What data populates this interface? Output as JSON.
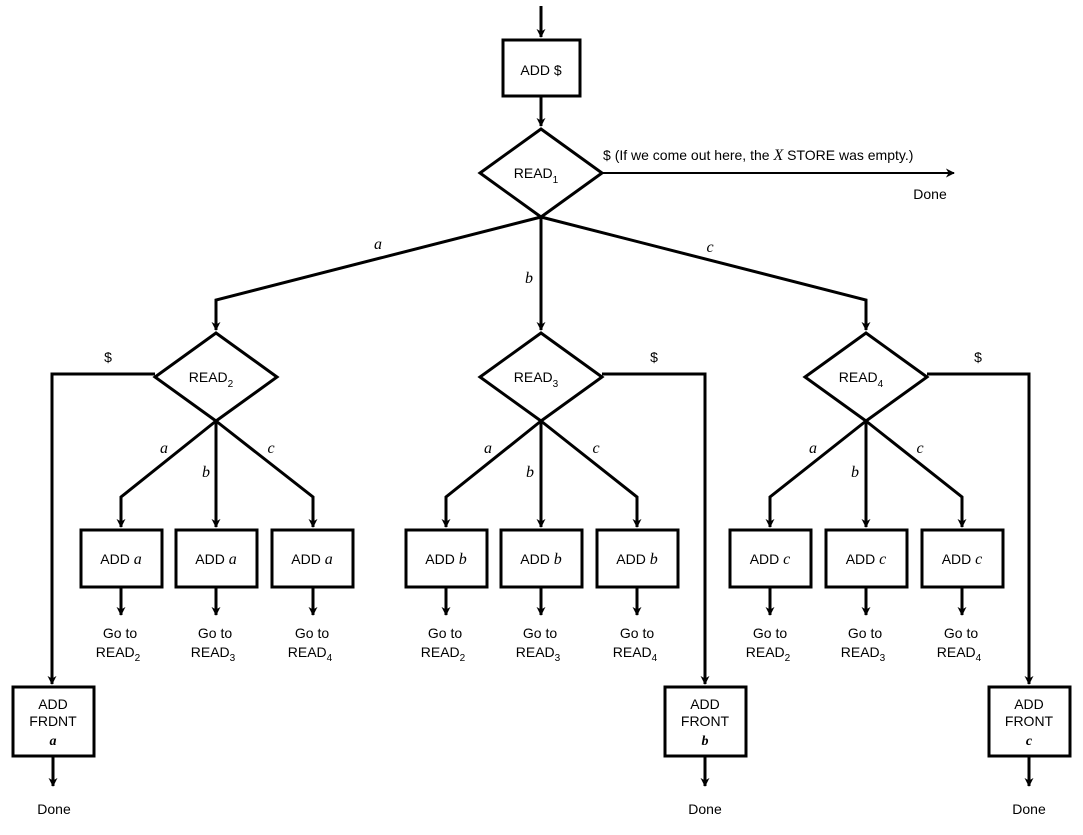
{
  "start": {
    "label": "ADD $"
  },
  "read1": {
    "base": "READ",
    "sub": "1",
    "exit_symbol": "$",
    "exit_note": "(If we come out here, the",
    "exit_note_x": "X",
    "exit_note_end": "STORE was empty.)",
    "exit_done": "Done"
  },
  "read1_branches": {
    "a": "a",
    "b": "b",
    "c": "c"
  },
  "groups": [
    {
      "state": {
        "base": "READ",
        "sub": "2"
      },
      "dollar": "$",
      "edge_labels": [
        "a",
        "b",
        "c"
      ],
      "adds": [
        {
          "prefix": "ADD",
          "var": "a",
          "goto": "Go to",
          "target_base": "READ",
          "target_sub": "2"
        },
        {
          "prefix": "ADD",
          "var": "a",
          "goto": "Go to",
          "target_base": "READ",
          "target_sub": "3"
        },
        {
          "prefix": "ADD",
          "var": "a",
          "goto": "Go to",
          "target_base": "READ",
          "target_sub": "4"
        }
      ],
      "front": {
        "line1": "ADD",
        "line2": "FRDNT",
        "var": "a",
        "done": "Done"
      }
    },
    {
      "state": {
        "base": "READ",
        "sub": "3"
      },
      "dollar": "$",
      "edge_labels": [
        "a",
        "b",
        "c"
      ],
      "adds": [
        {
          "prefix": "ADD",
          "var": "b",
          "goto": "Go to",
          "target_base": "READ",
          "target_sub": "2"
        },
        {
          "prefix": "ADD",
          "var": "b",
          "goto": "Go to",
          "target_base": "READ",
          "target_sub": "3"
        },
        {
          "prefix": "ADD",
          "var": "b",
          "goto": "Go to",
          "target_base": "READ",
          "target_sub": "4"
        }
      ],
      "front": {
        "line1": "ADD",
        "line2": "FRONT",
        "var": "b",
        "done": "Done"
      }
    },
    {
      "state": {
        "base": "READ",
        "sub": "4"
      },
      "dollar": "$",
      "edge_labels": [
        "a",
        "b",
        "c"
      ],
      "adds": [
        {
          "prefix": "ADD",
          "var": "c",
          "goto": "Go to",
          "target_base": "READ",
          "target_sub": "2"
        },
        {
          "prefix": "ADD",
          "var": "c",
          "goto": "Go to",
          "target_base": "READ",
          "target_sub": "3"
        },
        {
          "prefix": "ADD",
          "var": "c",
          "goto": "Go to",
          "target_base": "READ",
          "target_sub": "4"
        }
      ],
      "front": {
        "line1": "ADD",
        "line2": "FRONT",
        "var": "c",
        "done": "Done"
      }
    }
  ]
}
